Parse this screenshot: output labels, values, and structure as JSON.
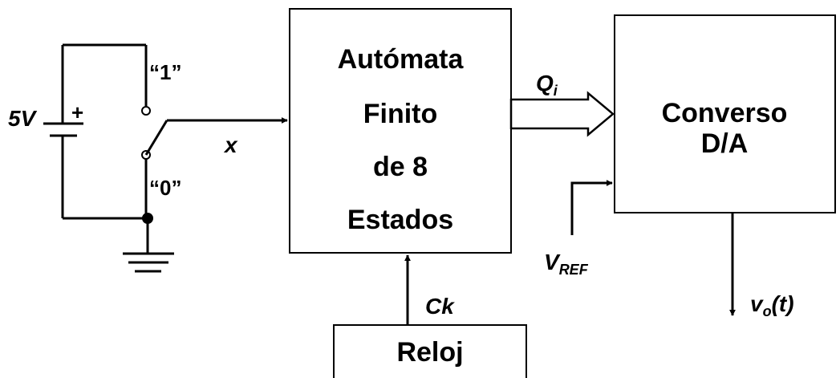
{
  "battery": {
    "voltage": "5V",
    "plus": "+"
  },
  "switch": {
    "pos1": "“1”",
    "pos0": "“0”"
  },
  "signals": {
    "x": "x",
    "q": "Q",
    "q_sub": "i",
    "ck": "Ck",
    "vref": "V",
    "vref_sub": "REF",
    "vo": "v",
    "vo_sub": "o",
    "vo_tail": "(t)"
  },
  "automaton": {
    "lines": [
      "Autómata",
      "Finito",
      "de 8",
      "Estados"
    ]
  },
  "converter": {
    "lines": [
      "Converso",
      "D/A"
    ]
  },
  "clock": {
    "label": "Reloj"
  },
  "colors": {
    "stroke": "#000000",
    "background": "#ffffff"
  }
}
